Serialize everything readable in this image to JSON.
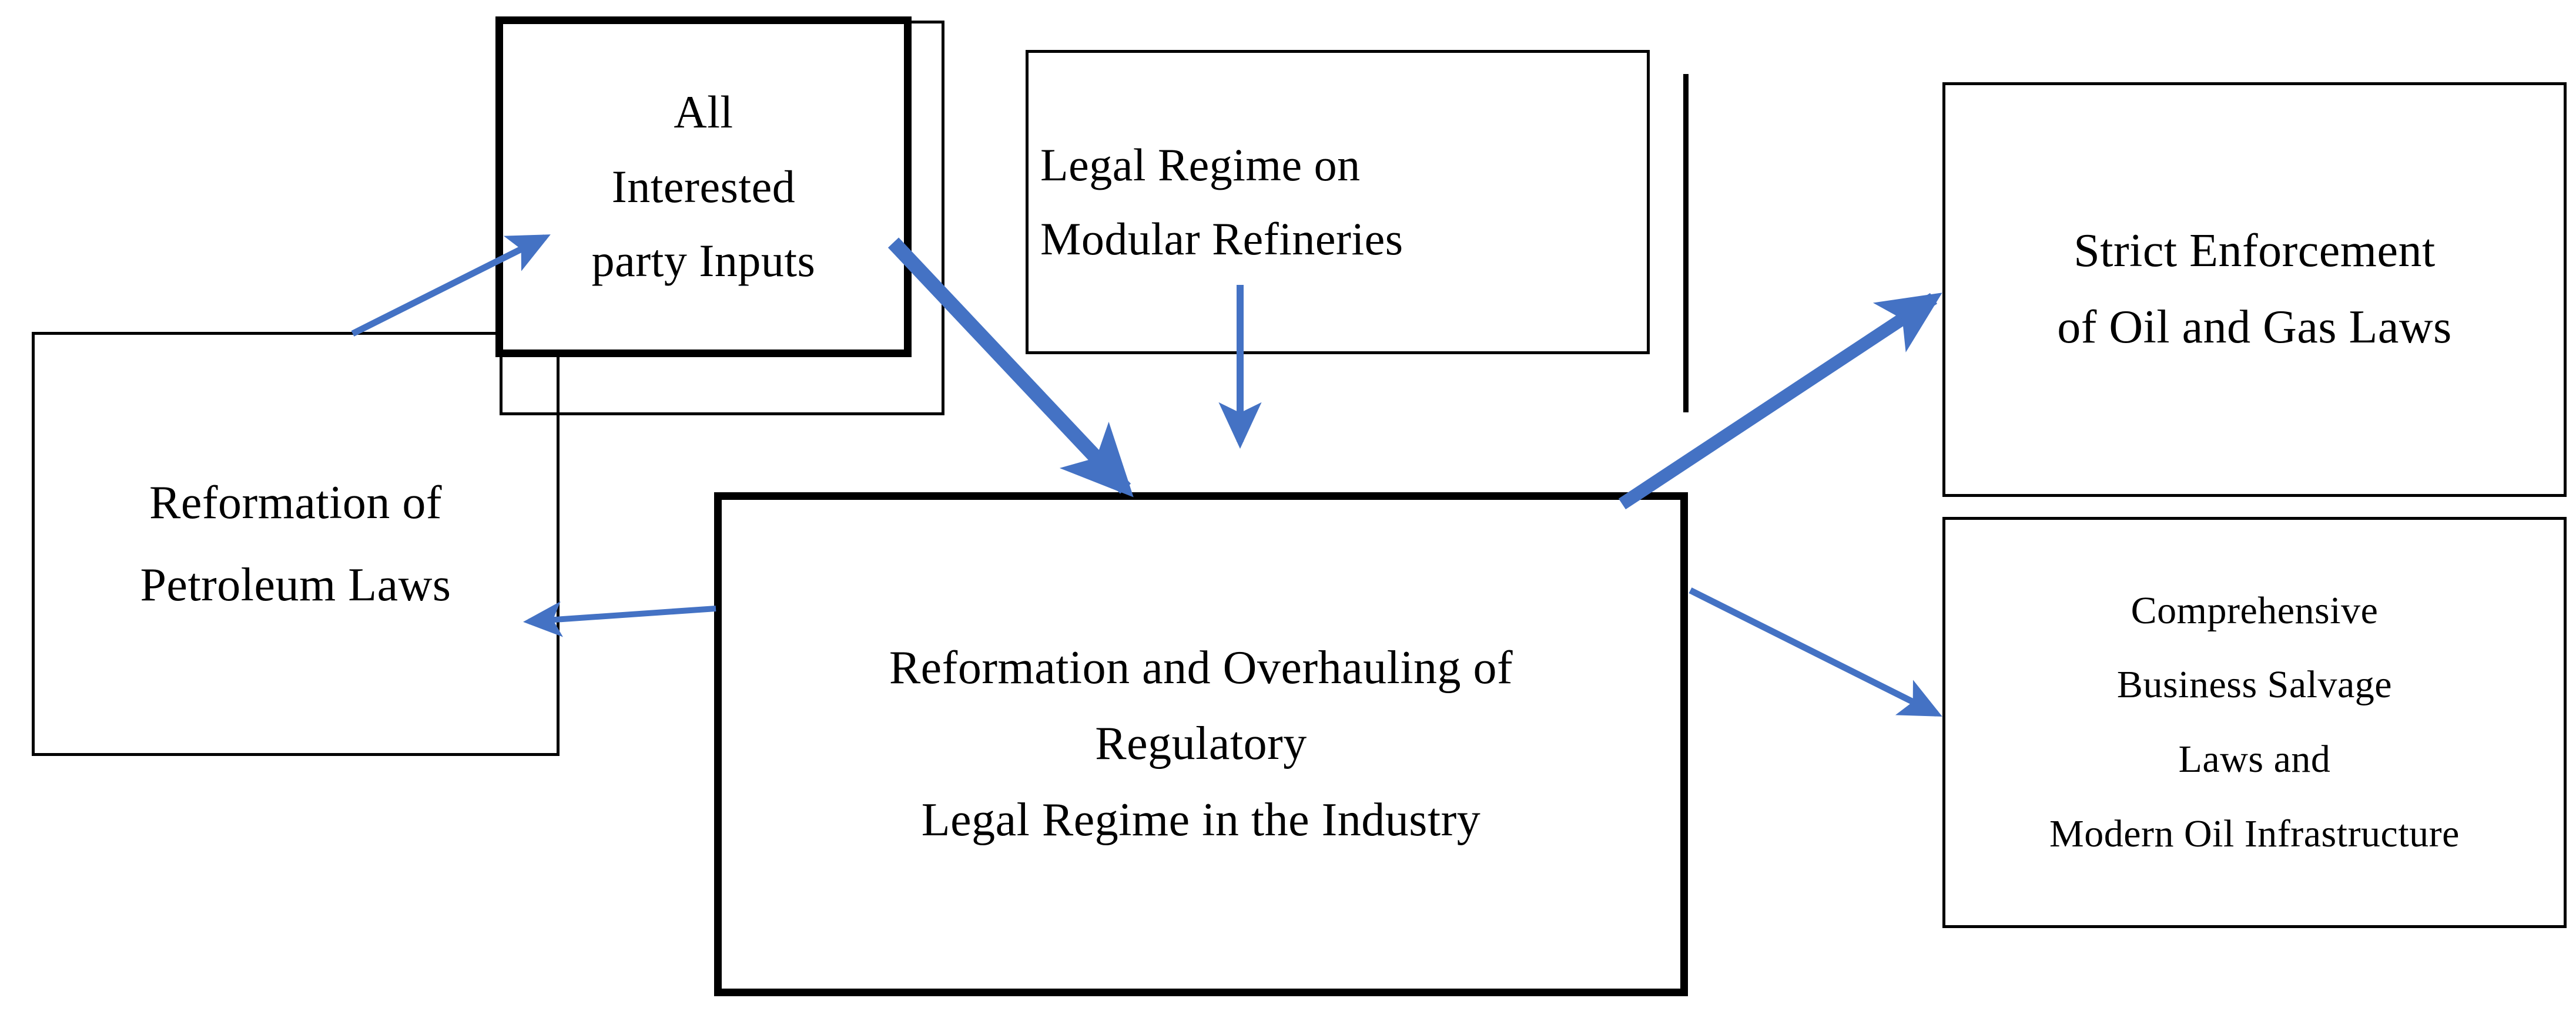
{
  "diagram": {
    "title": "Reformation and Overhauling of Regulatory Legal Regime in the Industry",
    "accent_color": "#4472C4",
    "outline_color": "#000000",
    "background_color": "#FFFFFF",
    "nodes": [
      {
        "id": "all-interested-party-inputs",
        "label": "All\nInterested\nparty Inputs",
        "border": "bold"
      },
      {
        "id": "ghost-backdrop",
        "label": "",
        "border": "thin"
      },
      {
        "id": "reformation-of-petroleum-laws",
        "label": "Reformation  of\nPetroleum Laws",
        "border": "thin"
      },
      {
        "id": "legal-regime-on-modular-refineries",
        "label": "Legal Regime on\nModular Refineries",
        "border": "thin"
      },
      {
        "id": "reformation-and-overhauling",
        "label": "Reformation and Overhauling  of\nRegulatory\nLegal Regime in the Industry",
        "border": "bold"
      },
      {
        "id": "strict-enforcement-of-oil-and-gas-laws",
        "label": "Strict Enforcement\nof Oil and Gas Laws",
        "border": "thin"
      },
      {
        "id": "comprehensive-business-salvage",
        "label": "Comprehensive\nBusiness Salvage\nLaws    and\nModern Oil Infrastructure",
        "border": "thin"
      }
    ],
    "connectors": [
      {
        "id": "petroleum-to-inputs",
        "from": "reformation-of-petroleum-laws",
        "to": "all-interested-party-inputs",
        "style": "thin-arrow"
      },
      {
        "id": "inputs-to-central",
        "from": "all-interested-party-inputs",
        "to": "reformation-and-overhauling",
        "style": "thick-arrow"
      },
      {
        "id": "modular-to-central",
        "from": "legal-regime-on-modular-refineries",
        "to": "reformation-and-overhauling",
        "style": "thin-arrow"
      },
      {
        "id": "central-to-petroleum",
        "from": "reformation-and-overhauling",
        "to": "reformation-of-petroleum-laws",
        "style": "thin-arrow"
      },
      {
        "id": "central-to-strict",
        "from": "reformation-and-overhauling",
        "to": "strict-enforcement-of-oil-and-gas-laws",
        "style": "thick-arrow"
      },
      {
        "id": "central-to-comprehensive",
        "from": "reformation-and-overhauling",
        "to": "comprehensive-business-salvage",
        "style": "thin-arrow"
      }
    ]
  }
}
